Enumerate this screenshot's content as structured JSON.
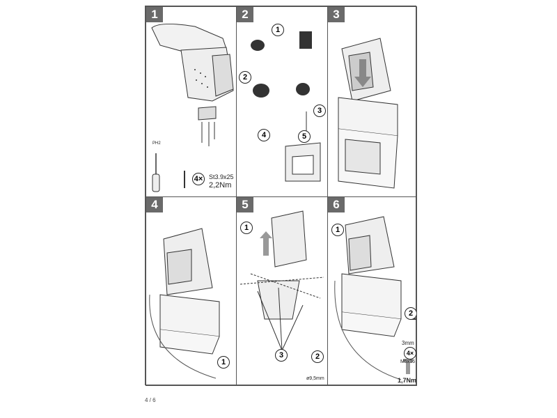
{
  "panels": [
    {
      "number": "1",
      "screw_count": "4×",
      "screw_spec": "St3.9x25",
      "torque": "2,2Nm",
      "bit": "PH2"
    },
    {
      "number": "2",
      "callouts": [
        "1",
        "2",
        "3",
        "4",
        "5"
      ]
    },
    {
      "number": "3"
    },
    {
      "number": "4",
      "callouts": [
        "1"
      ]
    },
    {
      "number": "5",
      "callouts": [
        "1",
        "2",
        "3"
      ],
      "drill": "ø9,5mm"
    },
    {
      "number": "6",
      "callouts": [
        "1",
        "2"
      ],
      "hex_key": "3mm",
      "screw_count": "4×",
      "screw_spec": "M5x16",
      "torque": "1,7Nm"
    }
  ],
  "page_number": "4 / 6"
}
